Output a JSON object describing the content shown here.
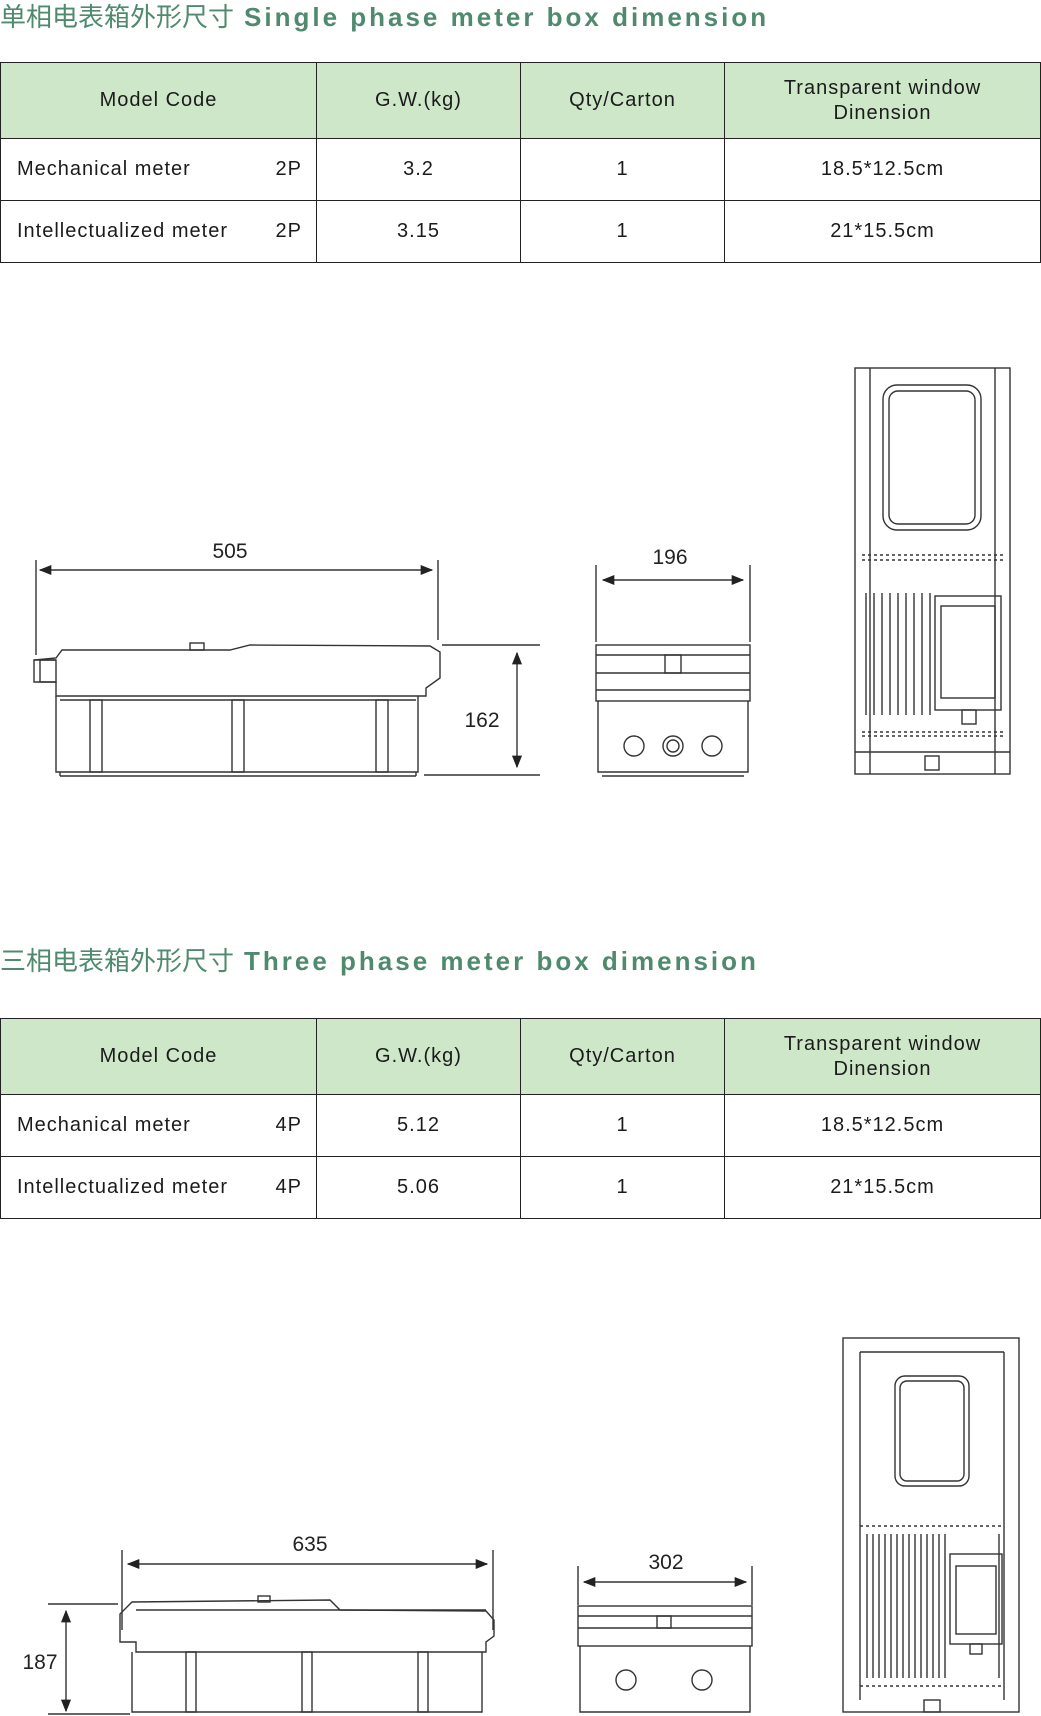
{
  "single_phase": {
    "title_cn": "单相电表箱外形尺寸",
    "title_en": "Single phase meter box dimension",
    "headers": [
      "Model Code",
      "G.W.(kg)",
      "Qty/Carton",
      "Transparent window Dinension"
    ],
    "rows": [
      {
        "model": "Mechanical meter",
        "code": "2P",
        "gw": "3.2",
        "qty": "1",
        "window": "18.5*12.5cm"
      },
      {
        "model": "Intellectualized meter",
        "code": "2P",
        "gw": "3.15",
        "qty": "1",
        "window": "21*15.5cm"
      }
    ],
    "dims": {
      "length": "505",
      "width": "196",
      "height": "162"
    }
  },
  "three_phase": {
    "title_cn": "三相电表箱外形尺寸",
    "title_en": "Three phase meter box dimension",
    "headers": [
      "Model Code",
      "G.W.(kg)",
      "Qty/Carton",
      "Transparent window Dinension"
    ],
    "rows": [
      {
        "model": "Mechanical meter",
        "code": "4P",
        "gw": "5.12",
        "qty": "1",
        "window": "18.5*12.5cm"
      },
      {
        "model": "Intellectualized meter",
        "code": "4P",
        "gw": "5.06",
        "qty": "1",
        "window": "21*15.5cm"
      }
    ],
    "dims": {
      "length": "635",
      "width": "302",
      "height": "187"
    }
  },
  "colors": {
    "title": "#4f8a6e",
    "header_bg": "#cde7c8",
    "line": "#222222"
  }
}
